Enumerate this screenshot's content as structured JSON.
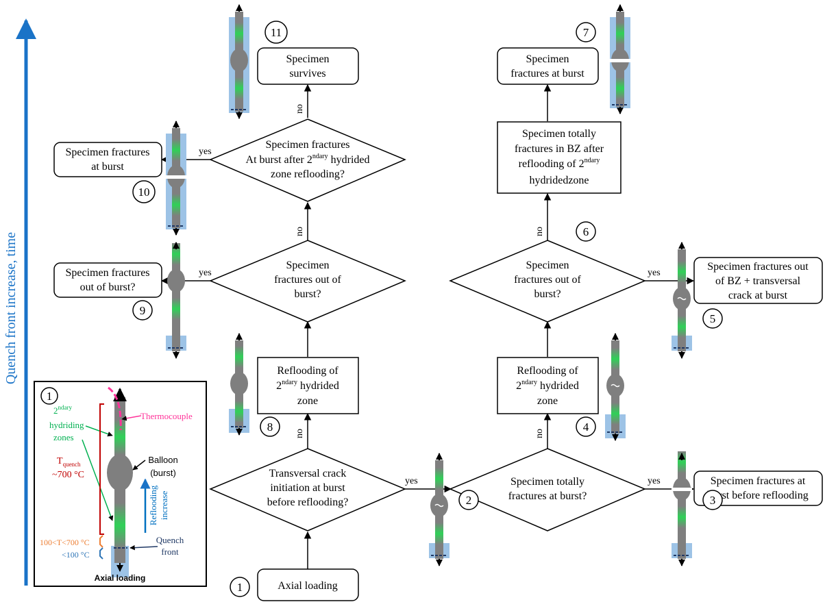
{
  "axis": {
    "label": "Quench front increase, time"
  },
  "colors": {
    "axis": "#1a73c7",
    "specimen": "#7f7f7f",
    "hydride": "#2fd157",
    "quenchZone": "#9dc3e6",
    "quenchLine": "#1f3864",
    "thermocouple": "#ff3399",
    "tempBracket": "#c00000",
    "midBracket": "#ed7d31",
    "lowBracket": "#2e75b6",
    "hydrideArrow": "#00b050",
    "reflooding": "#0070c0"
  },
  "boxes": {
    "axial": "Axial loading",
    "refloodLeft": {
      "l1": "Reflooding of",
      "l2a": "2",
      "l2sup": "ndary",
      "l2b": " hydrided",
      "l3": "zone"
    },
    "refloodRight": {
      "l1": "Reflooding of",
      "l2a": "2",
      "l2sup": "ndary",
      "l2b": " hydrided",
      "l3": "zone"
    },
    "survives": {
      "l1": "Specimen",
      "l2": "survives"
    },
    "fracturesBurstTop": {
      "l1": "Specimen",
      "l2": "fractures at burst"
    },
    "totallyBZ": {
      "l1": "Specimen totally",
      "l2": "fractures in BZ after",
      "l3a": "reflooding of 2",
      "l3sup": "ndary",
      "l4": "hydridedzone"
    },
    "fracturesBurst10": {
      "l1": "Specimen fractures",
      "l2": "at burst"
    },
    "fracturesOut9": {
      "l1": "Specimen fractures",
      "l2": "out of burst?"
    },
    "fracturesOut5": {
      "l1": "Specimen fractures out",
      "l2": "of BZ + transversal",
      "l3": "crack at burst"
    },
    "fracturesBefore3": {
      "l1": "Specimen fractures at",
      "l2": "burst before reflooding"
    }
  },
  "decisions": {
    "transversal": {
      "l1": "Transversal crack",
      "l2": "initiation at burst",
      "l3": "before reflooding?"
    },
    "totally": {
      "l1": "Specimen totally",
      "l2": "fractures at burst?"
    },
    "outLeft": {
      "l1": "Specimen",
      "l2": "fractures out of",
      "l3": "burst?"
    },
    "outRight": {
      "l1": "Specimen",
      "l2": "fractures out of",
      "l3": "burst?"
    },
    "atBurst2": {
      "l1": "Specimen fractures",
      "l2": "At burst after 2",
      "l2sup": "ndary",
      "l2b": " hydrided",
      "l3": "zone reflooding?"
    }
  },
  "answers": {
    "yes": "yes",
    "no": "no"
  },
  "steps": [
    "1",
    "2",
    "3",
    "4",
    "5",
    "6",
    "7",
    "8",
    "9",
    "10",
    "11"
  ],
  "inset": {
    "step": "1",
    "hydriding": {
      "l1a": "2",
      "l1sup": "ndary",
      "l2": "hydriding",
      "l3": "zones"
    },
    "thermocouple": "Thermocouple",
    "tquench": {
      "l1a": "T",
      "l1sub": "quench",
      "l2": "~700 °C"
    },
    "balloon": {
      "l1": "Balloon",
      "l2": "(burst)"
    },
    "reflooding": {
      "l1": "Reflooding",
      "l2": "increase"
    },
    "midTemp": "100<T<700 °C",
    "lowTemp": "<100 °C",
    "quench": {
      "l1": "Quench",
      "l2": "front"
    },
    "axial": "Axial loading"
  }
}
